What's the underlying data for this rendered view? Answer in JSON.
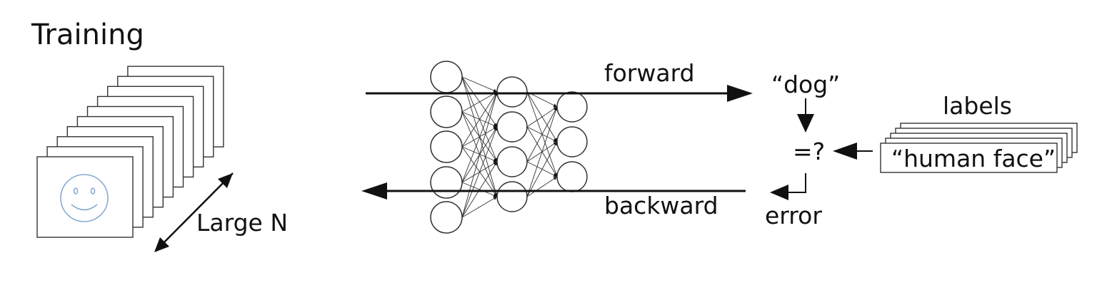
{
  "title": "Training",
  "dataset_label": "Large N",
  "forward_label": "forward",
  "backward_label": "backward",
  "prediction_label": "“dog”",
  "compare_label": "=?",
  "error_label": "error",
  "labels_title": "labels",
  "label_example": "“human face”",
  "network": {
    "layers": [
      5,
      4,
      3
    ]
  },
  "image_stack_count": 10,
  "label_stack_count": 5,
  "colors": {
    "line": "#222222",
    "smiley": "#8aaad0",
    "background": "#ffffff"
  }
}
